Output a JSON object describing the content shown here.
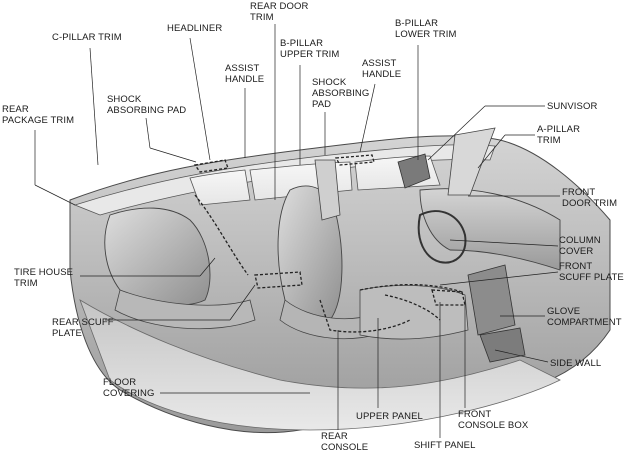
{
  "labels": {
    "rear_door_trim": [
      "REAR DOOR",
      "TRIM"
    ],
    "c_pillar_trim": [
      "C-PILLAR TRIM"
    ],
    "headliner": [
      "HEADLINER"
    ],
    "b_pillar_upper_trim": [
      "B-PILLAR",
      "UPPER TRIM"
    ],
    "b_pillar_lower_trim": [
      "B-PILLAR",
      "LOWER TRIM"
    ],
    "assist_handle_rear": [
      "ASSIST",
      "HANDLE"
    ],
    "assist_handle_front": [
      "ASSIST",
      "HANDLE"
    ],
    "shock_pad_rear": [
      "SHOCK",
      "ABSORBING PAD"
    ],
    "shock_pad_front": [
      "SHOCK",
      "ABSORBING",
      "PAD"
    ],
    "rear_package_trim": [
      "REAR",
      "PACKAGE TRIM"
    ],
    "sunvisor": [
      "SUNVISOR"
    ],
    "a_pillar_trim": [
      "A-PILLAR",
      "TRIM"
    ],
    "front_door_trim": [
      "FRONT",
      "DOOR TRIM"
    ],
    "column_cover": [
      "COLUMN",
      "COVER"
    ],
    "front_scuff_plate": [
      "FRONT",
      "SCUFF PLATE"
    ],
    "tire_house_trim": [
      "TIRE HOUSE",
      "TRIM"
    ],
    "rear_scuff_plate": [
      "REAR SCUFF",
      "PLATE"
    ],
    "glove_compartment": [
      "GLOVE",
      "COMPARTMENT"
    ],
    "side_wall": [
      "SIDE WALL"
    ],
    "floor_covering": [
      "FLOOR",
      "COVERING"
    ],
    "upper_panel": [
      "UPPER PANEL"
    ],
    "front_console_box": [
      "FRONT",
      "CONSOLE BOX"
    ],
    "rear_console": [
      "REAR",
      "CONSOLE"
    ],
    "shift_panel": [
      "SHIFT PANEL"
    ]
  }
}
